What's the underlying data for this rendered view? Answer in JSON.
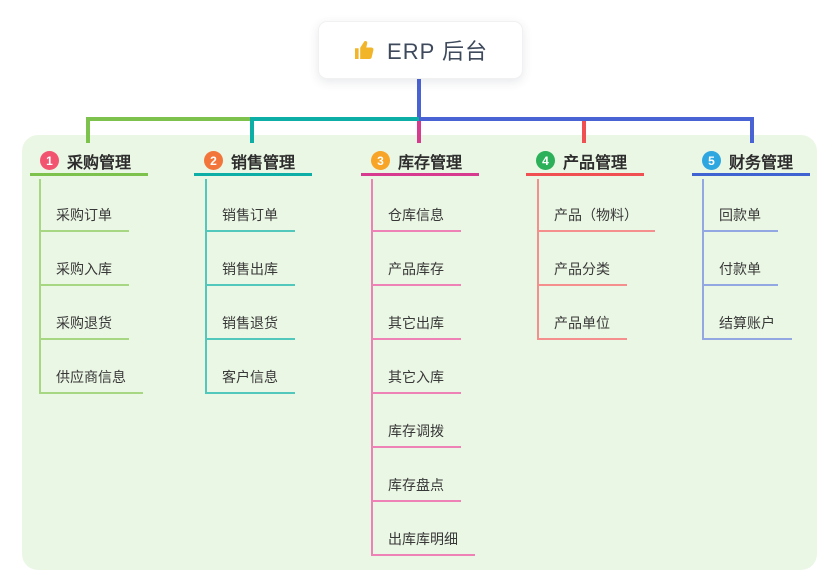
{
  "root": {
    "icon": "thumbs-up-icon",
    "label": "ERP 后台"
  },
  "canvas": {
    "background": "#ffffff",
    "panel_color": "#ebf7e5",
    "root_connector_color": "#4a63d4"
  },
  "branches": [
    {
      "num": "1",
      "label": "采购管理",
      "color": "#7cc24c",
      "badge_color": "#f25470",
      "child_line_color": "#a8d784",
      "children": [
        "采购订单",
        "采购入库",
        "采购退货",
        "供应商信息"
      ]
    },
    {
      "num": "2",
      "label": "销售管理",
      "color": "#0caea6",
      "badge_color": "#f2763b",
      "child_line_color": "#52c8bc",
      "children": [
        "销售订单",
        "销售出库",
        "销售退货",
        "客户信息"
      ]
    },
    {
      "num": "3",
      "label": "库存管理",
      "color": "#d63b90",
      "badge_color": "#f7a427",
      "child_line_color": "#ee82b6",
      "children": [
        "仓库信息",
        "产品库存",
        "其它出库",
        "其它入库",
        "库存调拨",
        "库存盘点",
        "出库库明细"
      ]
    },
    {
      "num": "4",
      "label": "产品管理",
      "color": "#f05051",
      "badge_color": "#2cb05a",
      "child_line_color": "#f48f8d",
      "children": [
        "产品（物料）",
        "产品分类",
        "产品单位"
      ]
    },
    {
      "num": "5",
      "label": "财务管理",
      "color": "#3f63d0",
      "badge_color": "#2ea7e0",
      "child_line_color": "#93a8e2",
      "children": [
        "回款单",
        "付款单",
        "结算账户"
      ]
    }
  ]
}
